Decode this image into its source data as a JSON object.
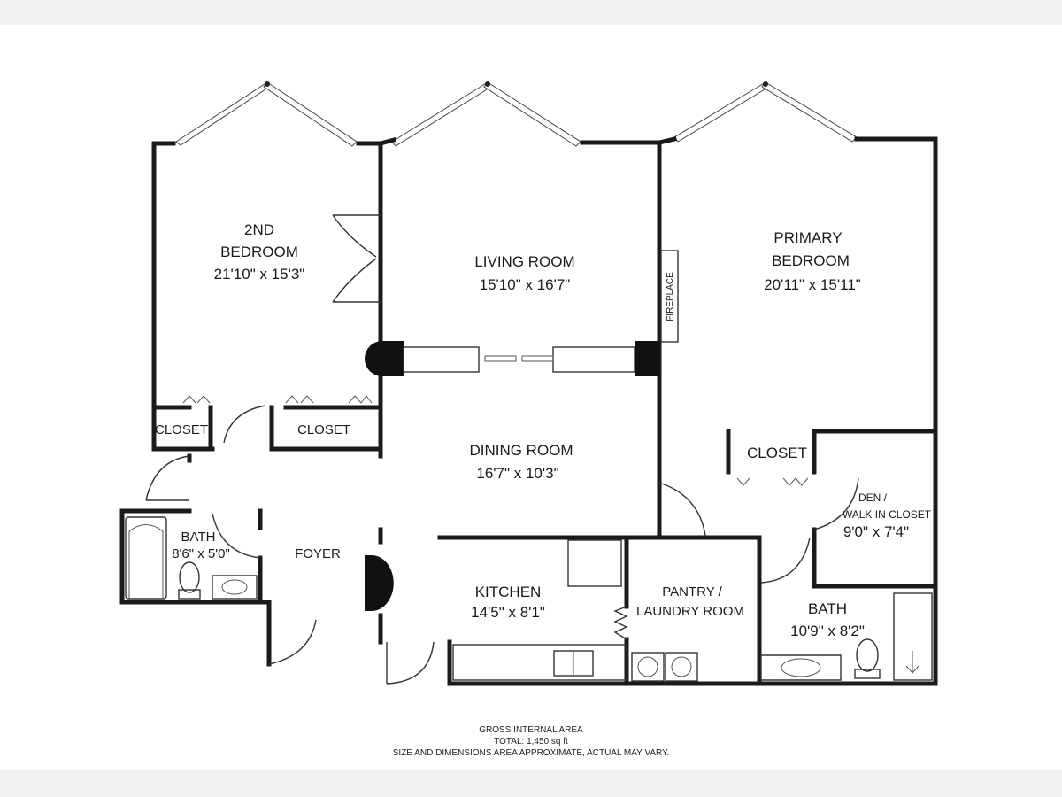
{
  "rooms": {
    "second_bedroom": {
      "line1": "2ND",
      "line2": "BEDROOM",
      "dims": "21'10\" x 15'3\""
    },
    "living_room": {
      "name": "LIVING ROOM",
      "dims": "15'10\" x 16'7\""
    },
    "primary_bedroom": {
      "line1": "PRIMARY",
      "line2": "BEDROOM",
      "dims": "20'11\" x 15'11\""
    },
    "fireplace": {
      "name": "FIREPLACE"
    },
    "closet_left": {
      "name": "CLOSET"
    },
    "closet_mid": {
      "name": "CLOSET"
    },
    "closet_right": {
      "name": "CLOSET"
    },
    "dining_room": {
      "name": "DINING ROOM",
      "dims": "16'7\" x 10'3\""
    },
    "den": {
      "line1": "DEN /",
      "line2": "WALK IN CLOSET",
      "dims": "9'0\" x 7'4\""
    },
    "bath_small": {
      "name": "BATH",
      "dims": "8'6\" x 5'0\""
    },
    "foyer": {
      "name": "FOYER"
    },
    "kitchen": {
      "name": "KITCHEN",
      "dims": "14'5\" x 8'1\""
    },
    "pantry": {
      "line1": "PANTRY /",
      "line2": "LAUNDRY ROOM"
    },
    "bath_large": {
      "name": "BATH",
      "dims": "10'9\" x 8'2\""
    }
  },
  "footer": {
    "line1": "GROSS INTERNAL AREA",
    "line2": "TOTAL: 1,450 sq ft",
    "line3": "SIZE AND DIMENSIONS AREA APPROXIMATE, ACTUAL MAY VARY."
  },
  "colors": {
    "wall": "#1a1a1a",
    "background": "#ffffff",
    "page": "#f2f2f2"
  }
}
